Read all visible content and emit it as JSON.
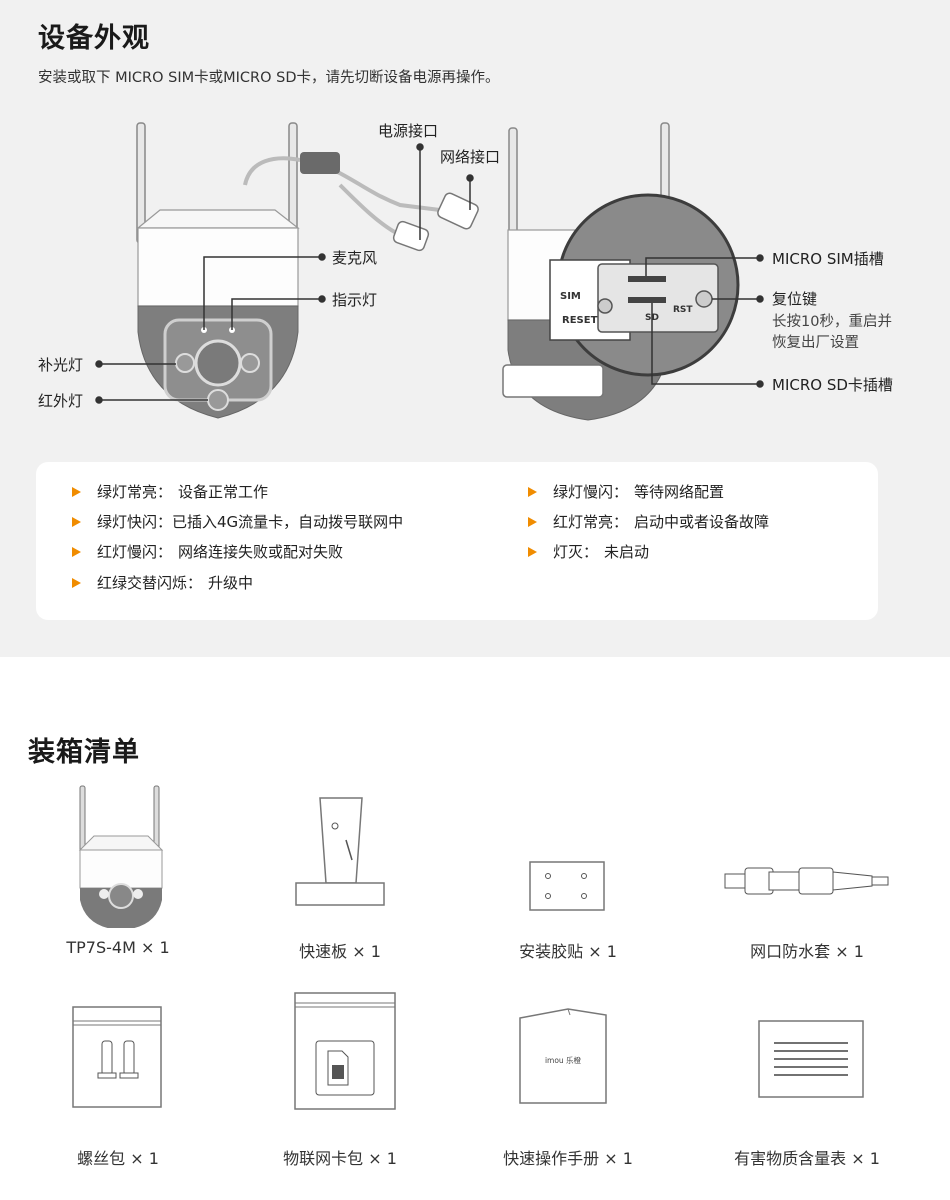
{
  "appearance": {
    "title": "设备外观",
    "notice": "安装或取下 MICRO SIM卡或MICRO SD卡，请先切断设备电源再操作。",
    "labels": {
      "power_port": "电源接口",
      "network_port": "网络接口",
      "microphone": "麦克风",
      "indicator": "指示灯",
      "fill_light": "补光灯",
      "ir_light": "红外灯",
      "sim_slot": "MICRO SIM插槽",
      "reset_button": "复位键",
      "reset_hint_line1": "长按10秒，重启并",
      "reset_hint_line2": "恢复出厂设置",
      "sd_slot": "MICRO SD卡插槽"
    },
    "panel_text": {
      "sim": "SIM",
      "reset": "RESET",
      "sd": "SD",
      "rst": "RST"
    },
    "status": {
      "left": [
        {
          "name": "绿灯常亮：",
          "desc": "设备正常工作"
        },
        {
          "name": "绿灯快闪：",
          "desc": "已插入4G流量卡，自动拨号联网中"
        },
        {
          "name": "红灯慢闪：",
          "desc": "网络连接失败或配对失败"
        },
        {
          "name": "红绿交替闪烁：",
          "desc": "升级中"
        }
      ],
      "right": [
        {
          "name": "绿灯慢闪：",
          "desc": "等待网络配置"
        },
        {
          "name": "红灯常亮：",
          "desc": "启动中或者设备故障"
        },
        {
          "name": "灯灭：",
          "desc": "未启动"
        }
      ],
      "bullet_color": "#f08c00"
    }
  },
  "packing": {
    "title": "装箱清单",
    "items": [
      {
        "label": "TP7S-4M × 1",
        "icon": "camera-icon"
      },
      {
        "label": "快速板 × 1",
        "icon": "mount-bracket-icon"
      },
      {
        "label": "安装胶贴 × 1",
        "icon": "sticker-icon"
      },
      {
        "label": "网口防水套 × 1",
        "icon": "waterproof-cap-icon"
      },
      {
        "label": "螺丝包 × 1",
        "icon": "screw-pack-icon"
      },
      {
        "label": "物联网卡包 × 1",
        "icon": "sim-card-pack-icon"
      },
      {
        "label": "快速操作手册 × 1",
        "icon": "manual-icon",
        "brand": "imou 乐橙"
      },
      {
        "label": "有害物质含量表 × 1",
        "icon": "document-icon"
      }
    ]
  }
}
